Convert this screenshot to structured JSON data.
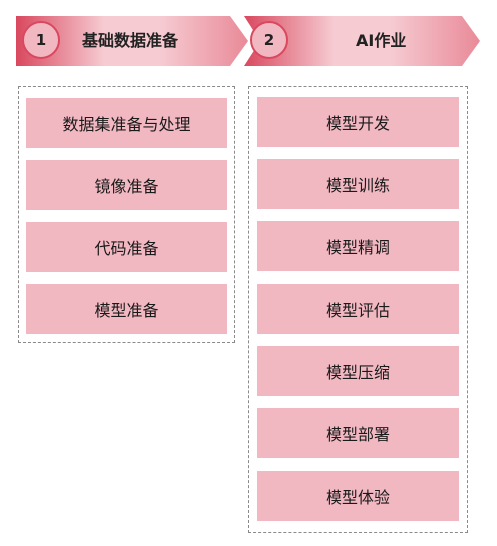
{
  "colors": {
    "header_gradient_start": "#d9485e",
    "header_gradient_mid": "#f6cbd2",
    "header_gradient_end": "#e98a98",
    "block_fill": "#f2b8c2",
    "circle_border": "#d9485e",
    "frame_border": "#8a8a8a"
  },
  "stages": [
    {
      "number": "1",
      "title": "基础数据准备",
      "tasks": [
        "数据集准备与处理",
        "镜像准备",
        "代码准备",
        "模型准备"
      ]
    },
    {
      "number": "2",
      "title": "AI作业",
      "tasks": [
        "模型开发",
        "模型训练",
        "模型精调",
        "模型评估",
        "模型压缩",
        "模型部署",
        "模型体验"
      ]
    }
  ]
}
